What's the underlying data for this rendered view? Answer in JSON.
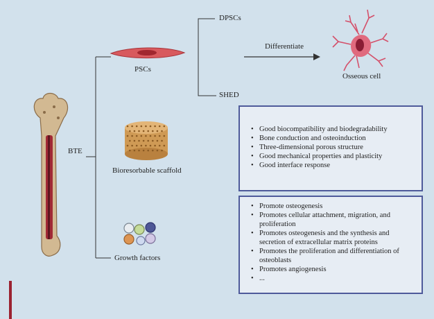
{
  "diagram": {
    "root": "BTE",
    "branches": {
      "pscs": {
        "label": "PSCs",
        "sub_top": "DPSCs",
        "sub_bottom": "SHED"
      },
      "scaffold": {
        "label": "Bioresorbable scaffold"
      },
      "growth": {
        "label": "Growth factors"
      }
    },
    "differentiate_label": "Differentiate",
    "target_label": "Osseous cell"
  },
  "scaffold_panel": {
    "items": [
      "Good biocompatibility and biodegradability",
      "Bone conduction and osteoinduction",
      "Three-dimensional porous structure",
      "Good mechanical properties and plasticity",
      "Good interface response"
    ]
  },
  "growth_panel": {
    "items": [
      "Promote osteogenesis",
      "Promotes cellular attachment, migration, and proliferation",
      "Promotes osteogenesis and the synthesis and secretion of extracellular matrix proteins",
      "Promotes the proliferation and differentiation of osteoblasts",
      "Promotes angiogenesis",
      "..."
    ]
  },
  "colors": {
    "background": "#d2e1ec",
    "panel_border": "#4e5a9a",
    "panel_fill": "#e7edf4",
    "cell_red": "#c0393f",
    "scaffold_tan": "#d9a866",
    "bone_accent": "#9b2231"
  },
  "icons": [
    "bone-icon",
    "stem-cell-icon",
    "osteocyte-icon",
    "scaffold-icon",
    "growth-factor-beads-icon"
  ]
}
